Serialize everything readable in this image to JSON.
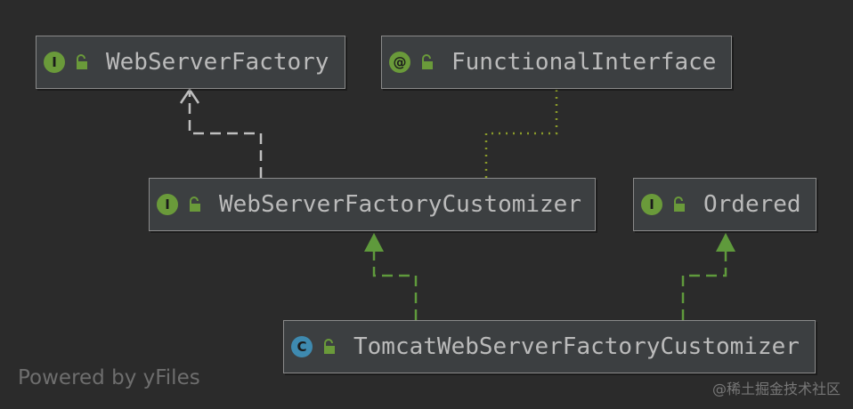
{
  "diagram": {
    "nodes": {
      "web_server_factory": {
        "kind_letter": "I",
        "kind": "interface",
        "name": "WebServerFactory"
      },
      "functional_interface": {
        "kind_letter": "@",
        "kind": "annotation",
        "name": "FunctionalInterface"
      },
      "web_server_factory_customizer": {
        "kind_letter": "I",
        "kind": "interface",
        "name": "WebServerFactoryCustomizer"
      },
      "ordered": {
        "kind_letter": "I",
        "kind": "interface",
        "name": "Ordered"
      },
      "tomcat_web_server_factory_customizer": {
        "kind_letter": "C",
        "kind": "class",
        "name": "TomcatWebServerFactoryCustomizer"
      }
    },
    "edges": [
      {
        "from": "web_server_factory_customizer",
        "to": "web_server_factory",
        "style": "dashed-open-arrow"
      },
      {
        "from": "web_server_factory_customizer",
        "to": "functional_interface",
        "style": "dotted"
      },
      {
        "from": "tomcat_web_server_factory_customizer",
        "to": "web_server_factory_customizer",
        "style": "dashed-filled-arrow"
      },
      {
        "from": "tomcat_web_server_factory_customizer",
        "to": "ordered",
        "style": "dashed-filled-arrow"
      }
    ],
    "colors": {
      "background": "#2b2b2b",
      "node_fill": "#3c3f41",
      "interface_badge": "#6a9a3a",
      "class_badge": "#3e8ab0",
      "implements_edge": "#5f9a3c",
      "extends_edge": "#bfbfbf",
      "annotation_edge": "#8a9a2a"
    }
  },
  "footer": {
    "text": "Powered by yFiles"
  },
  "watermark": {
    "text": "@稀土掘金技术社区"
  }
}
